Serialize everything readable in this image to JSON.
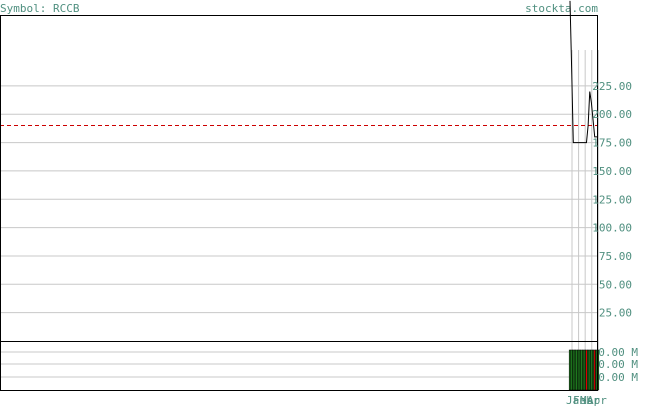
{
  "header": {
    "symbol_text": "Symbol: RCCB",
    "brand_text": "stockta.com"
  },
  "colors": {
    "text": "#4f8f7f",
    "grid": "#c8c8c8",
    "frame": "#000000",
    "price_line": "#000000",
    "reference_line": "#cc0000",
    "volume_up": "#1f7a1f",
    "volume_down": "#dd0000"
  },
  "chart_data": [
    {
      "type": "line",
      "name": "price",
      "ylim": [
        0,
        287.5
      ],
      "y_ticks": [
        {
          "value": 25,
          "label": "25.00"
        },
        {
          "value": 50,
          "label": "50.00"
        },
        {
          "value": 75,
          "label": "75.00"
        },
        {
          "value": 100,
          "label": "100.00"
        },
        {
          "value": 125,
          "label": "125.00"
        },
        {
          "value": 150,
          "label": "150.00"
        },
        {
          "value": 175,
          "label": "175.00"
        },
        {
          "value": 200,
          "label": "200.00"
        },
        {
          "value": 225,
          "label": "225.00"
        }
      ],
      "reference_line": 190,
      "x": [
        0,
        1,
        2,
        3,
        4,
        5,
        6,
        7,
        8,
        9,
        10,
        11,
        12,
        13,
        14,
        15,
        16,
        17
      ],
      "values": [
        300,
        240,
        175,
        175,
        175,
        175,
        175,
        175,
        175,
        175,
        175,
        190,
        220,
        210,
        195,
        180,
        180,
        180
      ],
      "x_month_labels": [
        "Jan",
        "Feb",
        "Mar",
        "Apr"
      ],
      "grid": true
    },
    {
      "type": "bar",
      "name": "volume",
      "y_tick_labels": [
        "0.00 M",
        "0.00 M",
        "0.00 M"
      ],
      "bars": [
        {
          "x": 0,
          "direction": "up"
        },
        {
          "x": 1,
          "direction": "up"
        },
        {
          "x": 2,
          "direction": "up"
        },
        {
          "x": 3,
          "direction": "up"
        },
        {
          "x": 4,
          "direction": "up"
        },
        {
          "x": 5,
          "direction": "up"
        },
        {
          "x": 6,
          "direction": "up"
        },
        {
          "x": 7,
          "direction": "up"
        },
        {
          "x": 8,
          "direction": "up"
        },
        {
          "x": 9,
          "direction": "up"
        },
        {
          "x": 10,
          "direction": "down"
        },
        {
          "x": 11,
          "direction": "up"
        },
        {
          "x": 12,
          "direction": "up"
        },
        {
          "x": 13,
          "direction": "up"
        },
        {
          "x": 14,
          "direction": "up"
        },
        {
          "x": 15,
          "direction": "down"
        },
        {
          "x": 16,
          "direction": "up"
        },
        {
          "x": 17,
          "direction": "up"
        }
      ]
    }
  ]
}
